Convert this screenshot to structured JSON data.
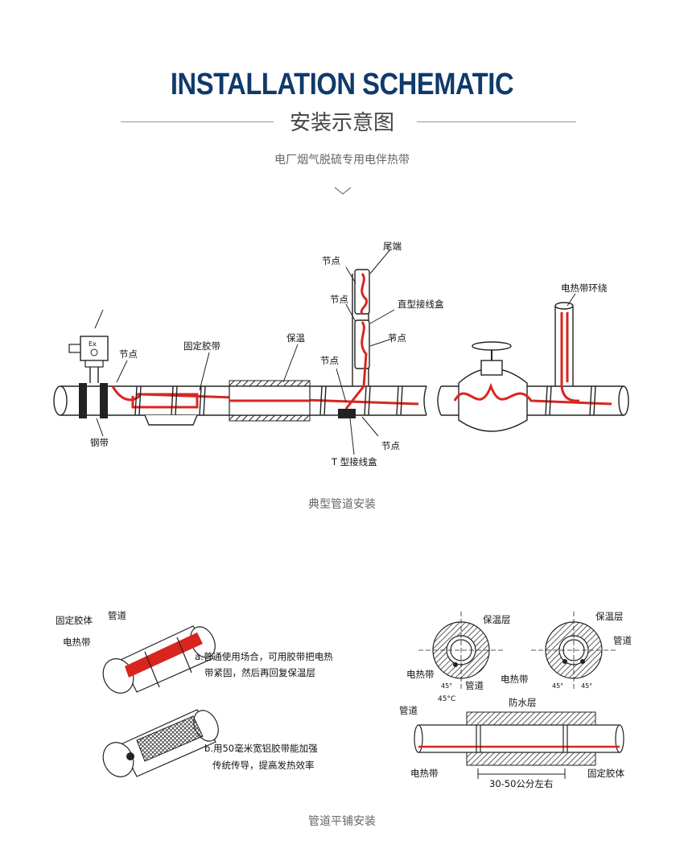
{
  "header": {
    "title": "INSTALLATION SCHEMATIC",
    "subtitle": "安装示意图",
    "intro": "电厂烟气脱硫专用电伴热带"
  },
  "diagram1": {
    "caption": "典型管道安装",
    "labels": {
      "tail_end": "尾端",
      "node_a": "节点",
      "node_b": "节点",
      "straight_box": "直型接线盒",
      "node_c": "节点",
      "heat_wrap": "电热带环绕",
      "node_left": "节点",
      "fixing_tape": "固定胶带",
      "insulation": "保温",
      "node_d": "节点",
      "steel_band": "钢带",
      "node_e": "节点",
      "t_box": "T 型接线盒",
      "ex_mark": "Ex"
    }
  },
  "diagram2": {
    "caption": "管道平铺安装",
    "labels": {
      "fixing_body": "固定胶体",
      "pipe_top": "管道",
      "heat_tape": "电热带",
      "note_a_line1": "a.普通使用场合，可用胶带把电热",
      "note_a_line2": "带紧固，然后再回复保温层",
      "note_b_line1": "b.用50毫米宽铝胶带能加强",
      "note_b_line2": "传统传导，提高发热效率",
      "insul_layer_1": "保温层",
      "insul_layer_2": "保温层",
      "pipe_c1": "管道",
      "pipe_c2": "管道",
      "heat_c1": "电热带",
      "heat_c2": "电热带",
      "angle_45a": "45°",
      "angle_45b": "45°",
      "angle_45c": "45°",
      "angle_45d": "45°C",
      "pipe_side": "管道",
      "waterproof": "防水层",
      "heat_side": "电热带",
      "spacing": "30-50公分左右",
      "fixing_side": "固定胶体"
    }
  }
}
